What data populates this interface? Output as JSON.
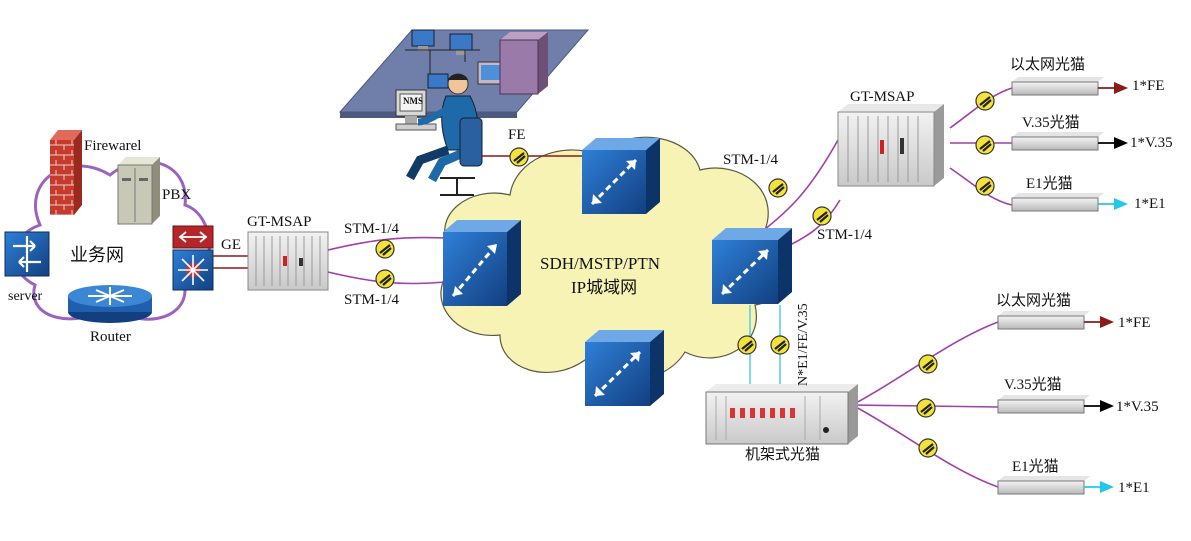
{
  "network": {
    "cloud_line1": "SDH/MSTP/PTN",
    "cloud_line2": "IP城域网",
    "business_net": "业务网"
  },
  "devices": {
    "firewall": "Firewarel",
    "pbx": "PBX",
    "server": "server",
    "router": "Router",
    "nms": "NMS",
    "msap_left": "GT-MSAP",
    "msap_right": "GT-MSAP",
    "rack": "机架式光猫"
  },
  "links": {
    "ge": "GE",
    "fe": "FE",
    "stm_left_top": "STM-1/4",
    "stm_left_bottom": "STM-1/4",
    "stm_right_top": "STM-1/4",
    "stm_right_bottom": "STM-1/4",
    "vertical": "N*E1/FE/V.35"
  },
  "modems_top": [
    {
      "name": "以太网光猫",
      "port": "1*FE",
      "arrow_color": "#8b1a1a"
    },
    {
      "name": "V.35光猫",
      "port": "1*V.35",
      "arrow_color": "#000000"
    },
    {
      "name": "E1光猫",
      "port": "1*E1",
      "arrow_color": "#22c8e8"
    }
  ],
  "modems_bottom": [
    {
      "name": "以太网光猫",
      "port": "1*FE",
      "arrow_color": "#8b1a1a"
    },
    {
      "name": "V.35光猫",
      "port": "1*V.35",
      "arrow_color": "#000000"
    },
    {
      "name": "E1光猫",
      "port": "1*E1",
      "arrow_color": "#22c8e8"
    }
  ],
  "colors": {
    "cloud": "#f6f3b4",
    "node_blue": "#1f5fae",
    "fiber": "#a13ea8",
    "lan": "#8a5aa0",
    "drop": "#5bd0e8",
    "wall": "#c63a2e"
  }
}
